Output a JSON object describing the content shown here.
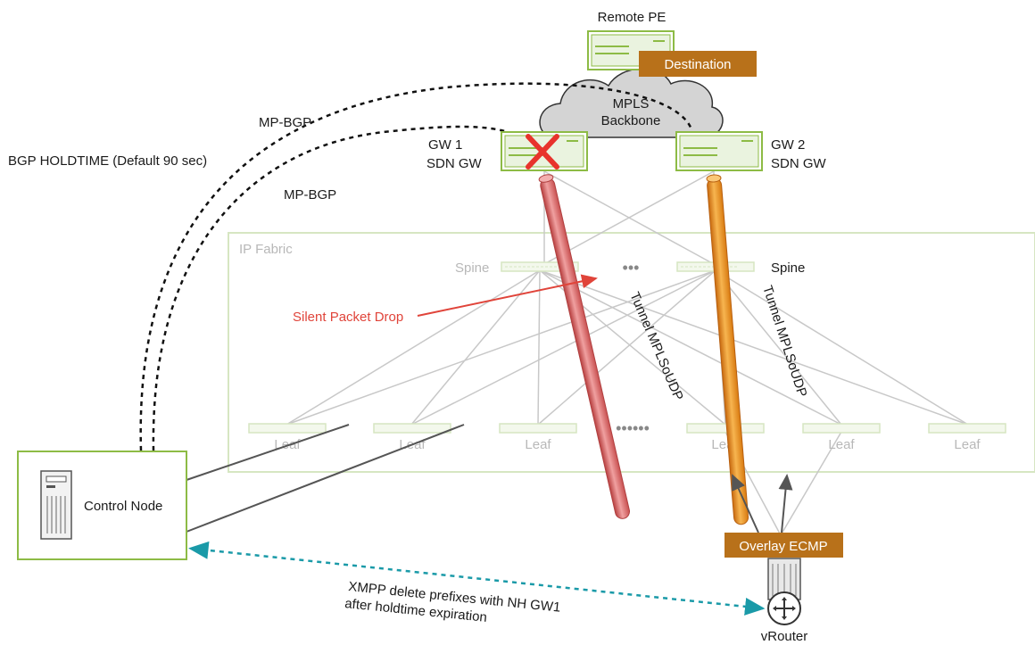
{
  "labels": {
    "remote_pe": "Remote PE",
    "destination": "Destination",
    "mpls_line1": "MPLS",
    "mpls_line2": "Backbone",
    "gw1_line1": "GW 1",
    "gw1_line2": "SDN GW",
    "gw2_line1": "GW 2",
    "gw2_line2": "SDN GW",
    "mp_bgp_outer": "MP-BGP",
    "mp_bgp_inner": "MP-BGP",
    "bgp_holdtime": "BGP HOLDTIME (Default 90 sec)",
    "ip_fabric": "IP Fabric",
    "spine_left": "Spine",
    "spine_right": "Spine",
    "spine_ellipsis": "•••",
    "silent_drop": "Silent Packet Drop",
    "tunnel_left": "Tunnel MPLSoUDP",
    "tunnel_right": "Tunnel MPLSoUDP",
    "leaves": [
      "Leaf",
      "Leaf",
      "Leaf",
      "Leaf",
      "Leaf",
      "Leaf"
    ],
    "leaf_ellipsis": "••••••",
    "control_node": "Control Node",
    "overlay_ecmp": "Overlay ECMP",
    "vrouter": "vRouter",
    "xmpp_line1": "XMPP delete prefixes with NH GW1",
    "xmpp_line2": "after holdtime expiration"
  },
  "icons": {
    "failure": "red-x-icon",
    "server": "server-icon",
    "router": "router-icon",
    "cloud": "cloud-icon"
  },
  "colors": {
    "device_green": "#8dbb45",
    "fabric_green": "#d6e6c2",
    "orange": "#b8711a",
    "tunnel_red": "#e07070",
    "tunnel_orange": "#e8901a",
    "drop_red": "#e0443a",
    "xmpp_teal": "#1a9aa8",
    "cloud_gray": "#d4d4d4"
  }
}
